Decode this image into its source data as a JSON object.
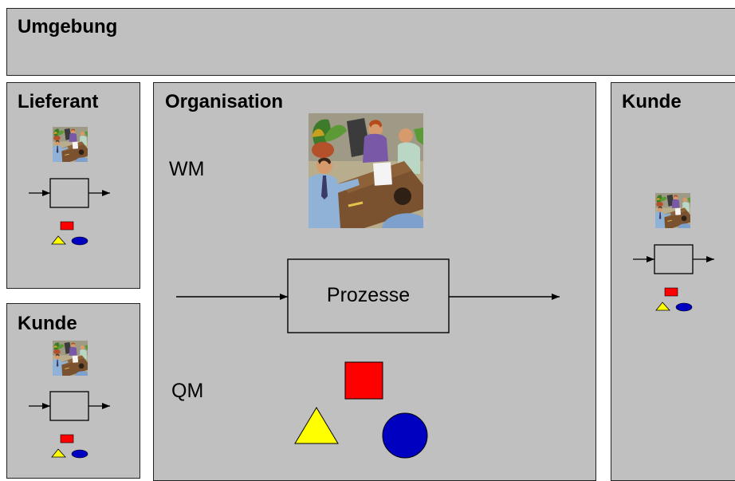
{
  "umgebung": {
    "title": "Umgebung"
  },
  "lieferant": {
    "title": "Lieferant"
  },
  "kunde_left": {
    "title": "Kunde"
  },
  "organisation": {
    "title": "Organisation",
    "wm_label": "WM",
    "qm_label": "QM",
    "process_label": "Prozesse"
  },
  "kunde_right": {
    "title": "Kunde"
  },
  "colors": {
    "panel": "#c0c0c0",
    "square": "#ff0000",
    "triangle": "#ffff00",
    "circle": "#0000c0"
  },
  "icons": [
    "meeting-clipart-icon",
    "process-box-icon",
    "red-square-icon",
    "yellow-triangle-icon",
    "blue-circle-icon"
  ]
}
